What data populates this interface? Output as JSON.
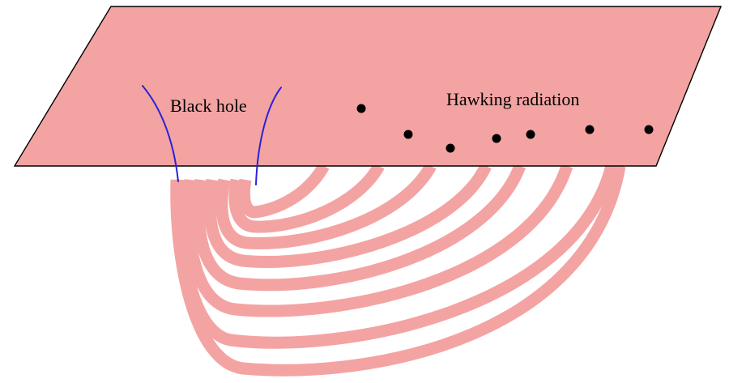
{
  "labels": {
    "black_hole": "Black hole",
    "hawking_radiation": "Hawking radiation"
  },
  "colors": {
    "sheet_fill": "#f4a3a3",
    "sheet_stroke": "#000000",
    "tube": "#f4a3a3",
    "horizon": "#2a22d8",
    "particle": "#000000"
  },
  "radiation": {
    "particle_count": 7
  },
  "wormholes": {
    "count": 8
  }
}
